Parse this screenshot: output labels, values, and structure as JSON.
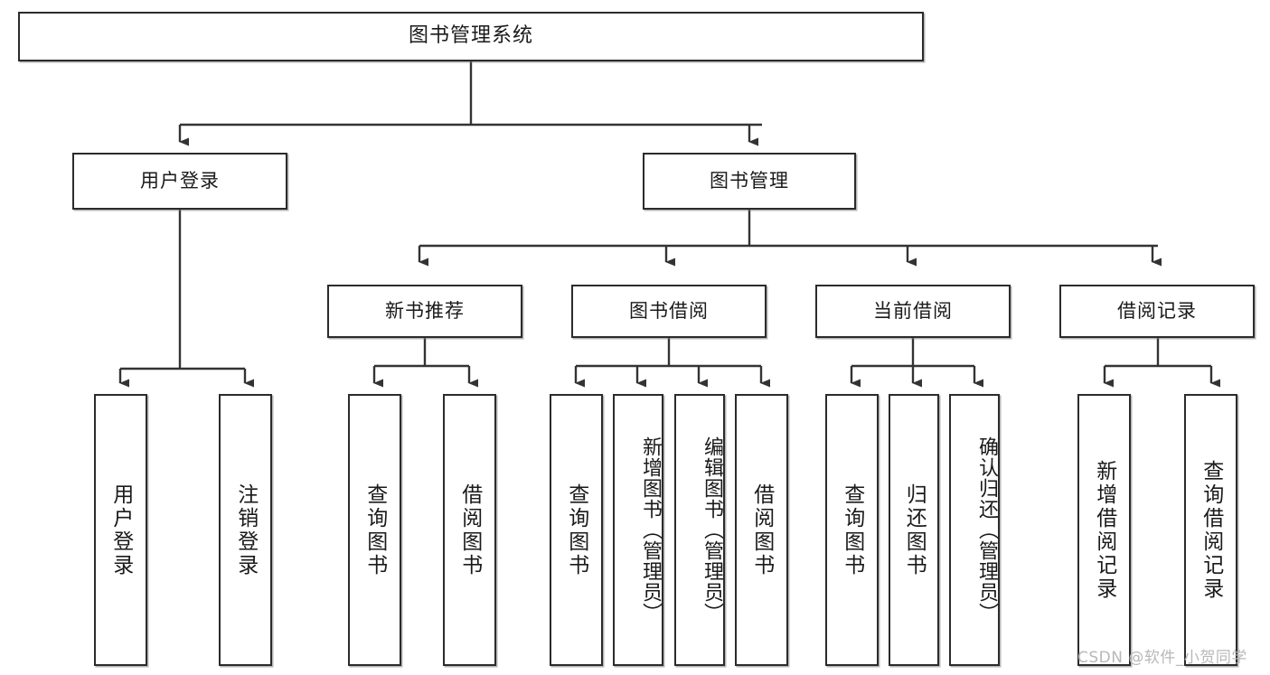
{
  "diagram": {
    "type": "tree-hierarchy-chart",
    "title": "图书管理系统",
    "watermark": "CSDN @软件_小贺同学",
    "colors": {
      "background": "#ffffff",
      "box_stroke": "#2b2b2b",
      "box_fill": "#ffffff",
      "connector": "#333333",
      "text": "#1a1a1a",
      "watermark": "#b8b8b8"
    },
    "levels": {
      "level1": "root",
      "level2": "modules",
      "level3": "sub-modules",
      "level4": "actions"
    },
    "nodes": {
      "root": {
        "label": "图书管理系统"
      },
      "level2": [
        {
          "id": "user-login",
          "label": "用户登录"
        },
        {
          "id": "book-manage",
          "label": "图书管理"
        }
      ],
      "level3": [
        {
          "id": "new-book-rec",
          "label": "新书推荐"
        },
        {
          "id": "book-borrow",
          "label": "图书借阅"
        },
        {
          "id": "current-borrow",
          "label": "当前借阅"
        },
        {
          "id": "borrow-record",
          "label": "借阅记录"
        }
      ],
      "leaves": {
        "user_login": [
          {
            "id": "leaf-user-login",
            "label": "用户登录"
          },
          {
            "id": "leaf-user-logout",
            "label": "注销登录"
          }
        ],
        "new_book_rec": [
          {
            "id": "leaf-query-book-1",
            "label": "查询图书"
          },
          {
            "id": "leaf-borrow-book-1",
            "label": "借阅图书"
          }
        ],
        "book_borrow": [
          {
            "id": "leaf-query-book-2",
            "label": "查询图书"
          },
          {
            "id": "leaf-add-book",
            "label": "新增图书（管理员）"
          },
          {
            "id": "leaf-edit-book",
            "label": "编辑图书（管理员）"
          },
          {
            "id": "leaf-borrow-book-2",
            "label": "借阅图书"
          }
        ],
        "current_borrow": [
          {
            "id": "leaf-query-book-3",
            "label": "查询图书"
          },
          {
            "id": "leaf-return-book",
            "label": "归还图书"
          },
          {
            "id": "leaf-confirm-return",
            "label": "确认归还（管理员）"
          }
        ],
        "borrow_record": [
          {
            "id": "leaf-add-record",
            "label": "新增借阅记录"
          },
          {
            "id": "leaf-query-record",
            "label": "查询借阅记录"
          }
        ]
      }
    }
  }
}
